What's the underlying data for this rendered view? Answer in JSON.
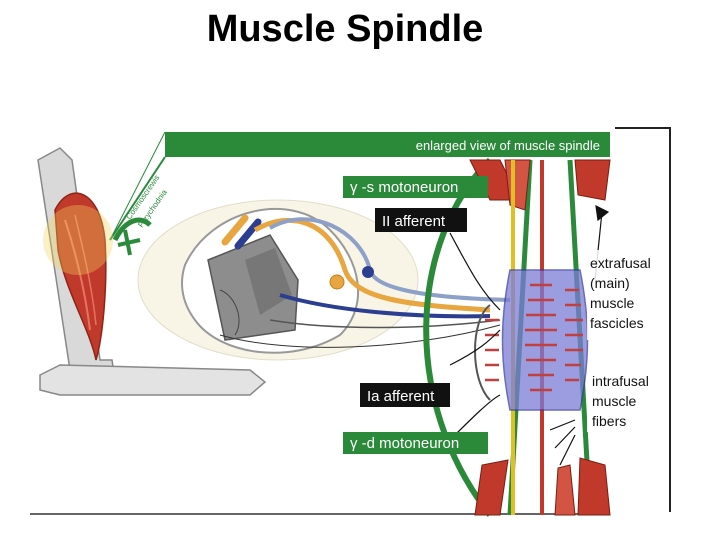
{
  "title": "Muscle Spindle",
  "labels": {
    "enlarged_view": "enlarged view of muscle spindle",
    "gamma_s": "γ -s motoneuron",
    "ii_afferent": "II afferent",
    "ia_afferent": "Ia afferent",
    "gamma_d": "γ -d motoneuron",
    "extrafusal": [
      "extrafusal",
      "(main)",
      "muscle",
      "fascicles"
    ],
    "intrafusal": [
      "intrafusal",
      "muscle",
      "fibers"
    ],
    "brand": [
      "Cosmoscrewis",
      "Przychodnia"
    ]
  },
  "colors": {
    "green": "#2a8a3a",
    "muscle": "#c0392b",
    "spindle": "#7b7bd8",
    "afferent_orange": "#e8a640",
    "nerve_blue": "#2c3e8f",
    "gray": "#7a7a7a",
    "bone": "#d8d8d8"
  }
}
